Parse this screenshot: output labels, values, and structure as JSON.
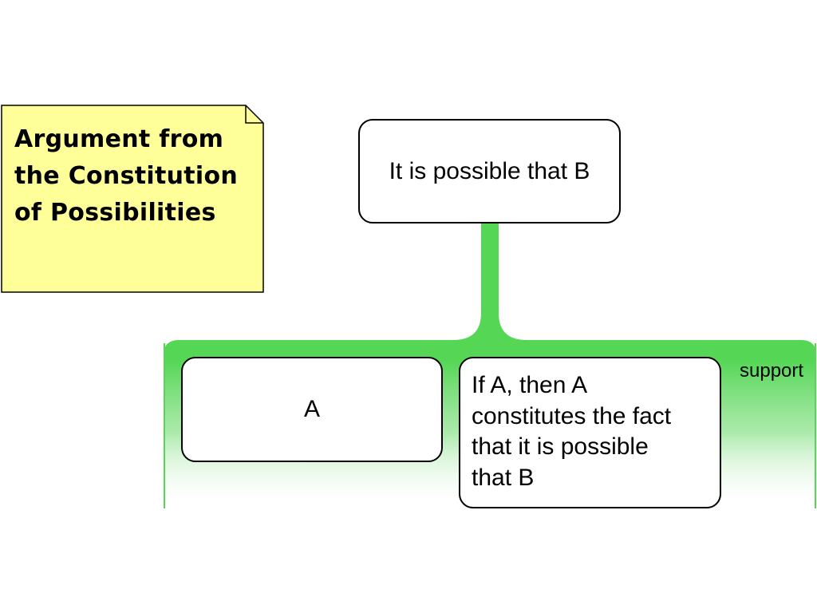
{
  "note": {
    "lines": [
      "Argument from",
      "the Constitution",
      "of Possibilities"
    ],
    "fill_color": "#ffff99",
    "border_color": "#000000"
  },
  "conclusion": {
    "text": "It is possible that B"
  },
  "premises": [
    {
      "lines": [
        "A"
      ]
    },
    {
      "lines": [
        "If A, then A",
        "constitutes the fact",
        "that it is possible",
        "that B"
      ]
    }
  ],
  "support_region": {
    "label": "support",
    "color": "#55d655"
  }
}
